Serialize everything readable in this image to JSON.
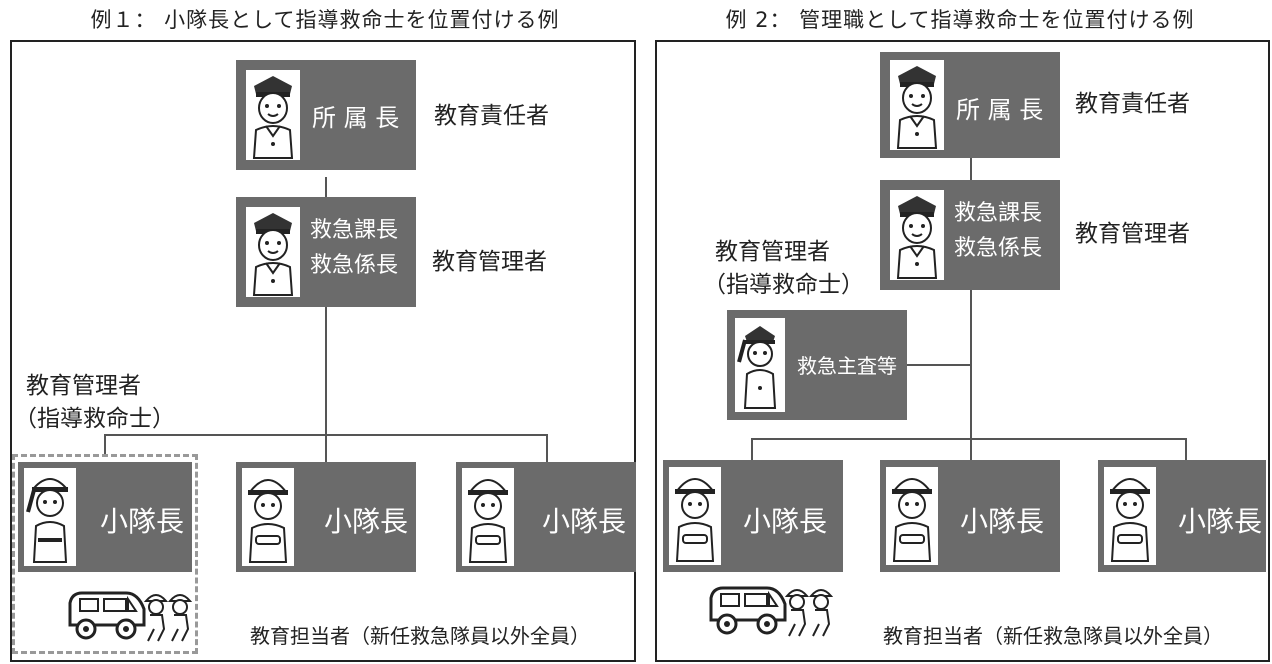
{
  "left": {
    "title": "例１：  小隊長として指導救命士を位置付ける例",
    "chief_role": "所 属 長",
    "chief_label": "教育責任者",
    "mgr_role_1": "救急課長",
    "mgr_role_2": "救急係長",
    "mgr_label": "教育管理者",
    "side_label_1": "教育管理者",
    "side_label_2": "（指導救命士）",
    "squad_leaders": [
      "小隊長",
      "小隊長",
      "小隊長"
    ],
    "staff_label": "教育担当者（新任救急隊員以外全員）"
  },
  "right": {
    "title": "例 2：  管理職として指導救命士を位置付ける例",
    "chief_role": "所 属 長",
    "chief_label": "教育責任者",
    "mgr_role_1": "救急課長",
    "mgr_role_2": "救急係長",
    "mgr_label": "教育管理者",
    "side_label_1": "教育管理者",
    "side_label_2": "（指導救命士）",
    "inspector_role": "救急主査等",
    "squad_leaders": [
      "小隊長",
      "小隊長",
      "小隊長"
    ],
    "staff_label": "教育担当者（新任救急隊員以外全員）"
  },
  "colors": {
    "box": "#6b6b6b",
    "line": "#555555",
    "dashed": "#999999"
  },
  "icons": [
    "officer-icon",
    "salute-officer-icon",
    "helmet-rescuer-icon",
    "ambulance-icon",
    "rescuers-running-icon"
  ]
}
